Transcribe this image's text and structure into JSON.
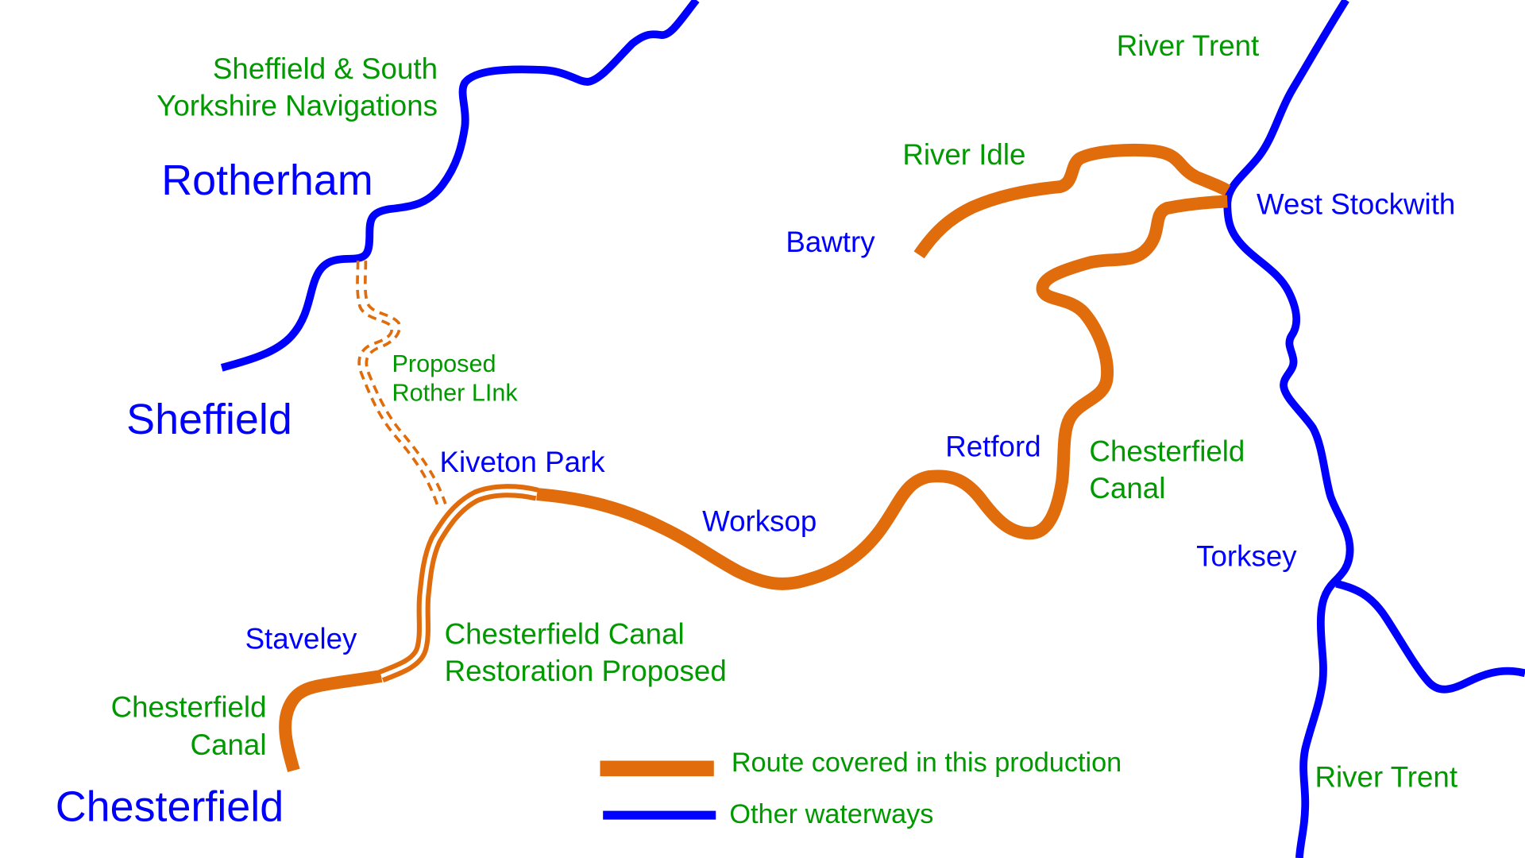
{
  "colors": {
    "route": "#E06C0C",
    "other_waterway": "#0000FF",
    "waterway_label": "#009900",
    "town_label": "#0000FF",
    "background": "#FFFFFF"
  },
  "towns": {
    "rotherham": "Rotherham",
    "sheffield": "Sheffield",
    "chesterfield": "Chesterfield",
    "staveley": "Staveley",
    "kiveton_park": "Kiveton Park",
    "worksop": "Worksop",
    "retford": "Retford",
    "bawtry": "Bawtry",
    "west_stockwith": "West Stockwith",
    "torksey": "Torksey"
  },
  "waterways": {
    "sheffield_south_yorkshire": [
      "Sheffield & South",
      "Yorkshire Navigations"
    ],
    "proposed_rother_link": [
      "Proposed",
      "Rother LInk"
    ],
    "chesterfield_canal_restoration": [
      "Chesterfield Canal",
      "Restoration Proposed"
    ],
    "chesterfield_canal_west": [
      "Chesterfield",
      "Canal"
    ],
    "chesterfield_canal_east": [
      "Chesterfield",
      "Canal"
    ],
    "river_idle": "River Idle",
    "river_trent_north": "River Trent",
    "river_trent_south": "River Trent"
  },
  "legend": {
    "route": "Route covered in this production",
    "other": "Other waterways"
  }
}
